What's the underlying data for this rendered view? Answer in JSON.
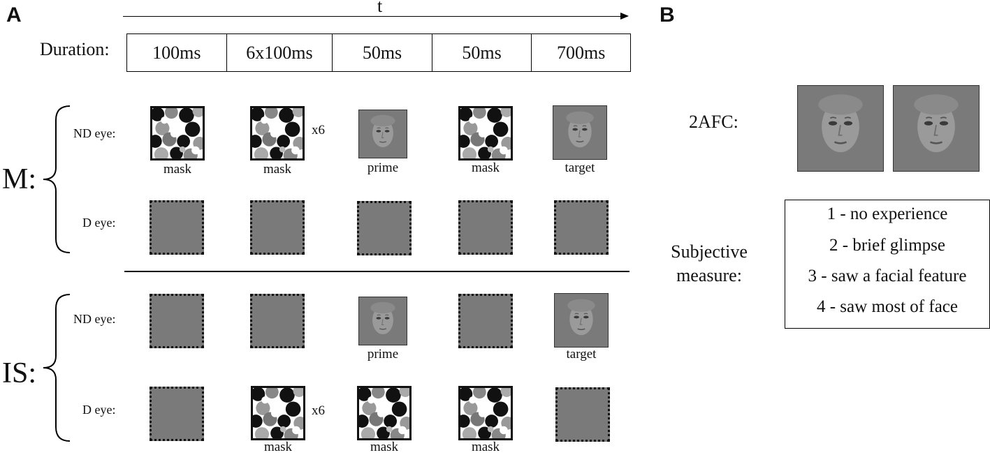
{
  "panel_a": {
    "letter": "A"
  },
  "panel_b": {
    "letter": "B"
  },
  "timeline": {
    "label": "t"
  },
  "duration": {
    "label": "Duration:",
    "cells": [
      "100ms",
      "6x100ms",
      "50ms",
      "50ms",
      "700ms"
    ]
  },
  "conditions": {
    "m": {
      "label": "M:",
      "nd_eye_label": "ND eye:",
      "d_eye_label": "D eye:",
      "nd_captions": [
        "mask",
        "mask",
        "prime",
        "mask",
        "target"
      ],
      "repeat_label": "x6"
    },
    "is": {
      "label": "IS:",
      "nd_eye_label": "ND eye:",
      "d_eye_label": "D eye:",
      "nd_captions": [
        "prime",
        "target"
      ],
      "d_captions": [
        "mask",
        "mask",
        "mask"
      ],
      "repeat_label": "x6"
    }
  },
  "afc": {
    "label": "2AFC:"
  },
  "subjective": {
    "label_line1": "Subjective",
    "label_line2": "measure:",
    "items": [
      "1 - no experience",
      "2 - brief glimpse",
      "3 - saw a facial feature",
      "4 - saw most of face"
    ]
  },
  "colors": {
    "stimulus_gray": "#7a7a7a",
    "ink": "#111111"
  }
}
